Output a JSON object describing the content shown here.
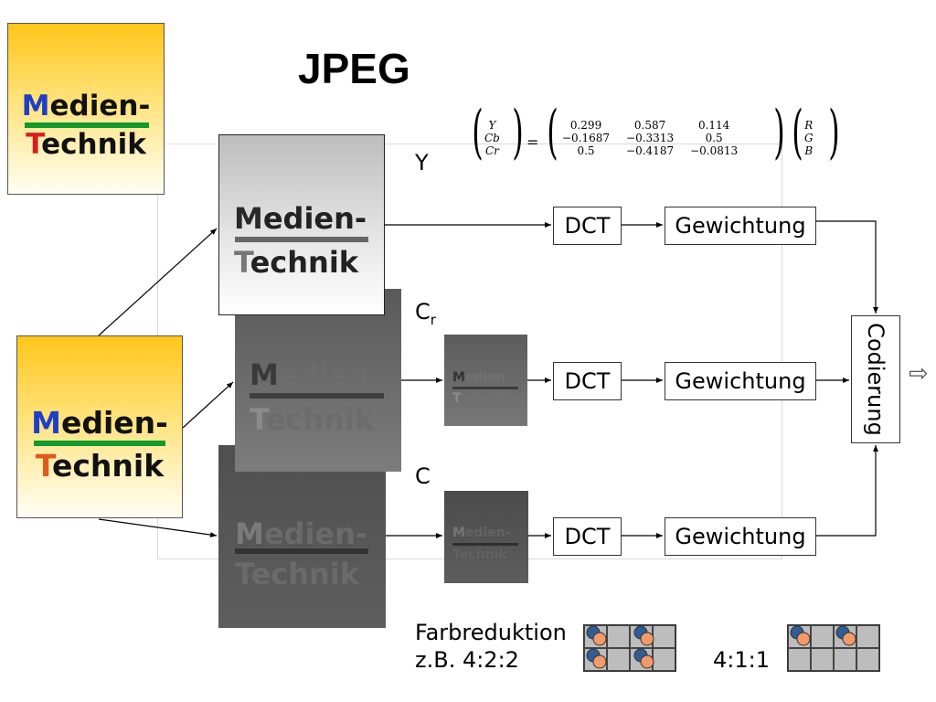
{
  "title": "JPEG",
  "logo": {
    "m": "M",
    "edien": "edien-",
    "t": "T",
    "echnik": "echnik"
  },
  "channels": {
    "y": "Y",
    "cr_base": "C",
    "cr_sub": "r",
    "c": "C"
  },
  "blocks": {
    "dct": "DCT",
    "weighting": "Gewichtung",
    "coding": "Codierung",
    "output_arrow": "⇨"
  },
  "formula": {
    "lhs": [
      "Y",
      "Cb",
      "Cr"
    ],
    "matrix": [
      [
        "0.299",
        "0.587",
        "0.114"
      ],
      [
        "−0.1687",
        "−0.3313",
        "0.5"
      ],
      [
        "0.5",
        "−0.4187",
        "−0.0813"
      ]
    ],
    "rhs": [
      "R",
      "G",
      "B"
    ],
    "equals": "="
  },
  "color_reduction": {
    "line1": "Farbreduktion",
    "line2": "z.B. 4:2:2",
    "ratio411": "4:1:1"
  },
  "colors": {
    "logo_m": "#1f3ec8",
    "logo_t": "#e05a1a",
    "logo_bar": "#129a2a",
    "dot_blue": "#2f5d95",
    "dot_orange": "#f39a6a"
  }
}
